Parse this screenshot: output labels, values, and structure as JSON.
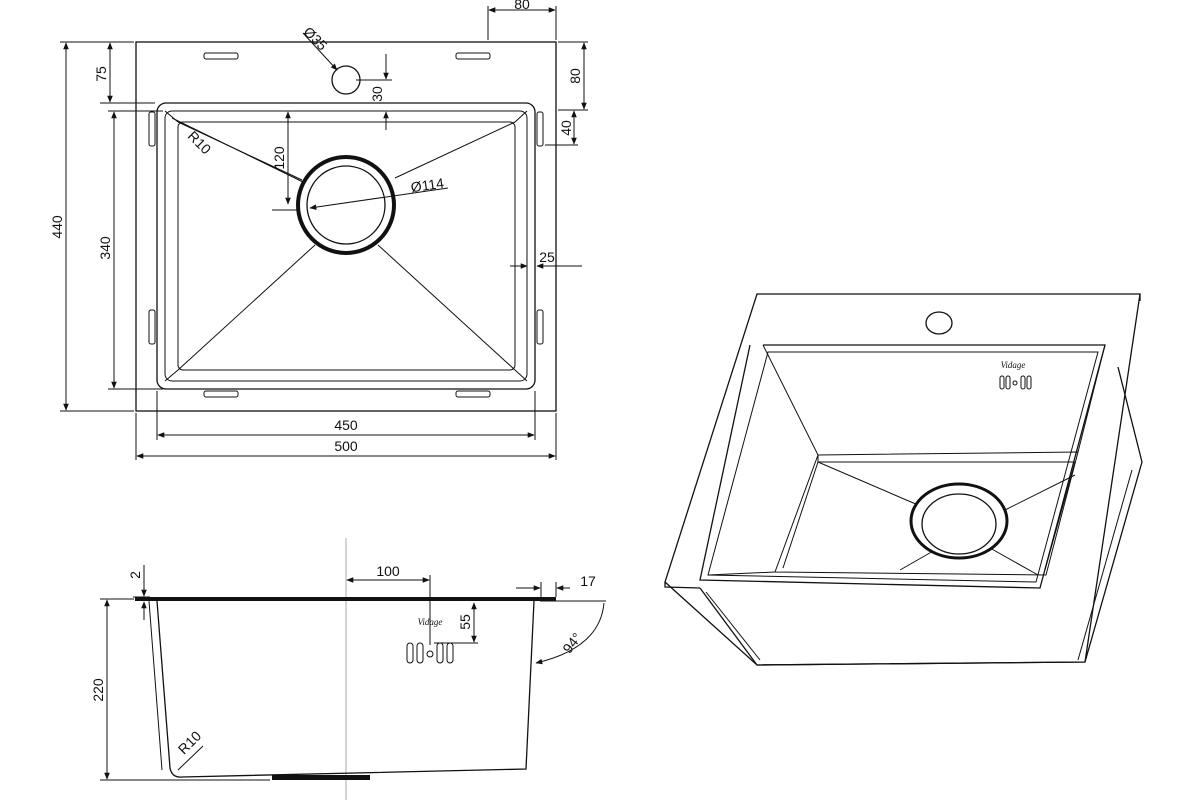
{
  "plan_view": {
    "dimensions": {
      "overall_width": "500",
      "bowl_width": "450",
      "overall_depth": "440",
      "bowl_depth": "340",
      "top_margin": "75",
      "tap_hole_offset_right": "80",
      "tap_hole_from_top": "80",
      "bowl_offset_right": "40",
      "tap_to_bowl": "30",
      "drain_from_bowl_edge": "120",
      "drain_clip_gap": "25",
      "corner_radius": "R10",
      "tap_hole_diameter": "Ø35",
      "drain_diameter": "Ø114"
    }
  },
  "section_view": {
    "dimensions": {
      "rim_thickness": "2",
      "drain_offset": "100",
      "rim_overhang": "17",
      "logo_height": "55",
      "bowl_depth": "220",
      "wall_angle": "94°",
      "bottom_radius": "R10"
    },
    "brand_mark": "Vidage"
  },
  "isometric_view": {
    "brand_mark": "Vidage"
  }
}
